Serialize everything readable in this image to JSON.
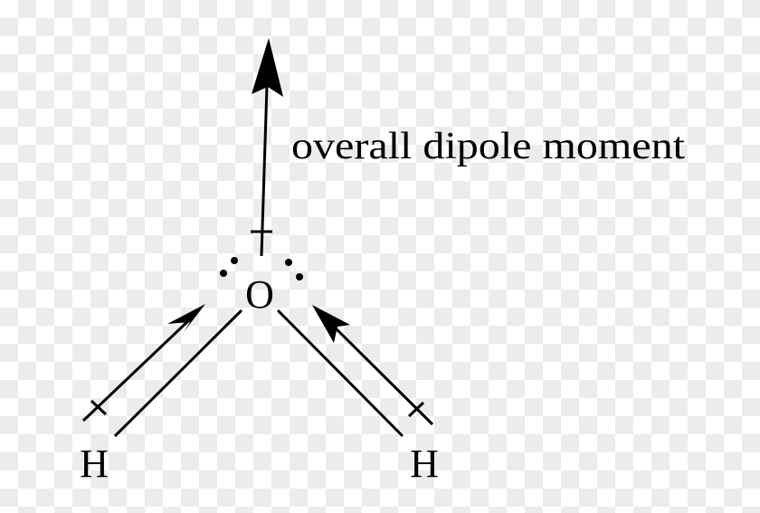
{
  "diagram": {
    "atoms": {
      "oxygen": "O",
      "hydrogen_left": "H",
      "hydrogen_right": "H"
    },
    "annotation": "overall dipole moment",
    "colors": {
      "ink": "#000000",
      "checker_light": "#ffffff",
      "checker_dark": "#ececec"
    }
  }
}
